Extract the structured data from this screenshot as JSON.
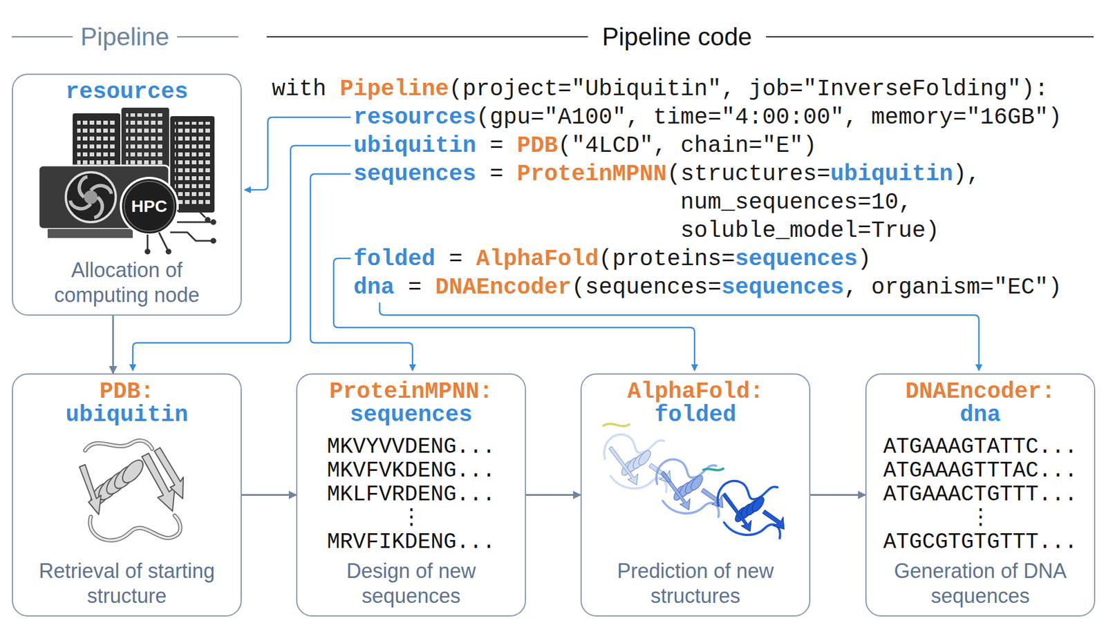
{
  "diagram": {
    "nodes": [
      {
        "text": [
          "resources",
          "Allocation of computing node"
        ]
      },
      {
        "text": [
          "PDB:",
          "ubiquitin",
          "Retrieval of starting structure"
        ]
      },
      {
        "text": [
          "ProteinMPNN:",
          "sequences",
          "MKVYVVDENG...",
          "MKVFVKDENG...",
          "MKLFVRDENG...",
          "⋮",
          "MRVFIKDENG...",
          "Design of new sequences"
        ]
      },
      {
        "text": [
          "AlphaFold:",
          "folded",
          "Prediction of new structures"
        ]
      },
      {
        "text": [
          "DNAEncoder:",
          "dna",
          "ATGAAAGTATTC...",
          "ATGAAAGTTTAC...",
          "ATGAAACTGTTT...",
          "⋮",
          "ATGCGTGTGTTT...",
          "Generation of DNA sequences"
        ]
      }
    ],
    "edges": [
      {
        "from": 0,
        "to": 1,
        "arrow": "to"
      },
      {
        "from": 1,
        "to": 2,
        "arrow": "to"
      },
      {
        "from": 2,
        "to": 3,
        "arrow": "to"
      },
      {
        "from": 3,
        "to": 4,
        "arrow": "to"
      }
    ],
    "labels": [
      "Pipeline",
      "Pipeline code",
      "HPC",
      "with",
      "Pipeline",
      "(project=\"Ubiquitin\", job=\"InverseFolding\"):",
      "resources",
      "(gpu=\"A100\", time=\"4:00:00\", memory=\"16GB\")",
      "ubiquitin",
      "=",
      "PDB",
      "(\"4LCD\", chain=\"E\")",
      "sequences",
      "=",
      "ProteinMPNN",
      "(structures=",
      "ubiquitin",
      "),",
      "num_sequences=10,",
      "soluble_model=True)",
      "folded",
      "=",
      "AlphaFold",
      "(proteins=",
      "sequences",
      ")",
      "dna",
      "=",
      "DNAEncoder",
      "(sequences=",
      "sequences",
      ", organism=\"EC\")"
    ]
  }
}
